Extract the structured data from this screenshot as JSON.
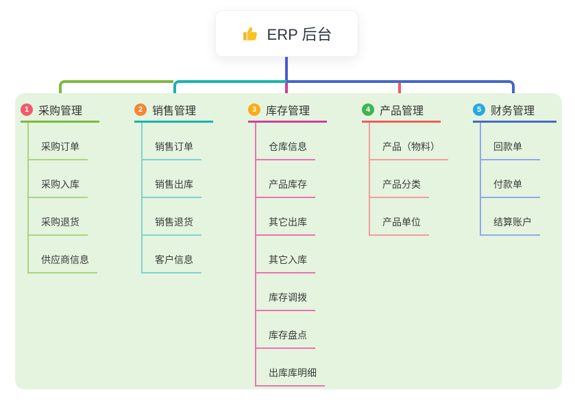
{
  "root": {
    "label": "ERP 后台",
    "icon": "thumbs-up-icon",
    "icon_color": "#f5c02c",
    "box_bg": "#ffffff",
    "text_color": "#2f3440"
  },
  "canvas_bg": "#ffffff",
  "panel_bg": "#e4f4df",
  "trunk_color": "#4a5ad2",
  "branches": [
    {
      "num": "1",
      "label": "采购管理",
      "badge_color": "#f15b6c",
      "line_color": "#7cb93e",
      "child_line_color": "#a9d57f",
      "children": [
        "采购订单",
        "采购入库",
        "采购退货",
        "供应商信息"
      ]
    },
    {
      "num": "2",
      "label": "销售管理",
      "badge_color": "#f58634",
      "line_color": "#17b3ae",
      "child_line_color": "#7ed3cf",
      "children": [
        "销售订单",
        "销售出库",
        "销售退货",
        "客户信息"
      ]
    },
    {
      "num": "3",
      "label": "库存管理",
      "badge_color": "#fbab19",
      "line_color": "#d13c9d",
      "child_line_color": "#f06eb4",
      "children": [
        "仓库信息",
        "产品库存",
        "其它出库",
        "其它入库",
        "库存调拨",
        "库存盘点",
        "出库库明细"
      ]
    },
    {
      "num": "4",
      "label": "产品管理",
      "badge_color": "#3eb550",
      "line_color": "#f25a5e",
      "child_line_color": "#f89a9a",
      "children": [
        "产品（物料）",
        "产品分类",
        "产品单位"
      ]
    },
    {
      "num": "5",
      "label": "财务管理",
      "badge_color": "#2aa7e0",
      "line_color": "#4467c8",
      "child_line_color": "#8fa8ea",
      "children": [
        "回款单",
        "付款单",
        "结算账户"
      ]
    }
  ]
}
